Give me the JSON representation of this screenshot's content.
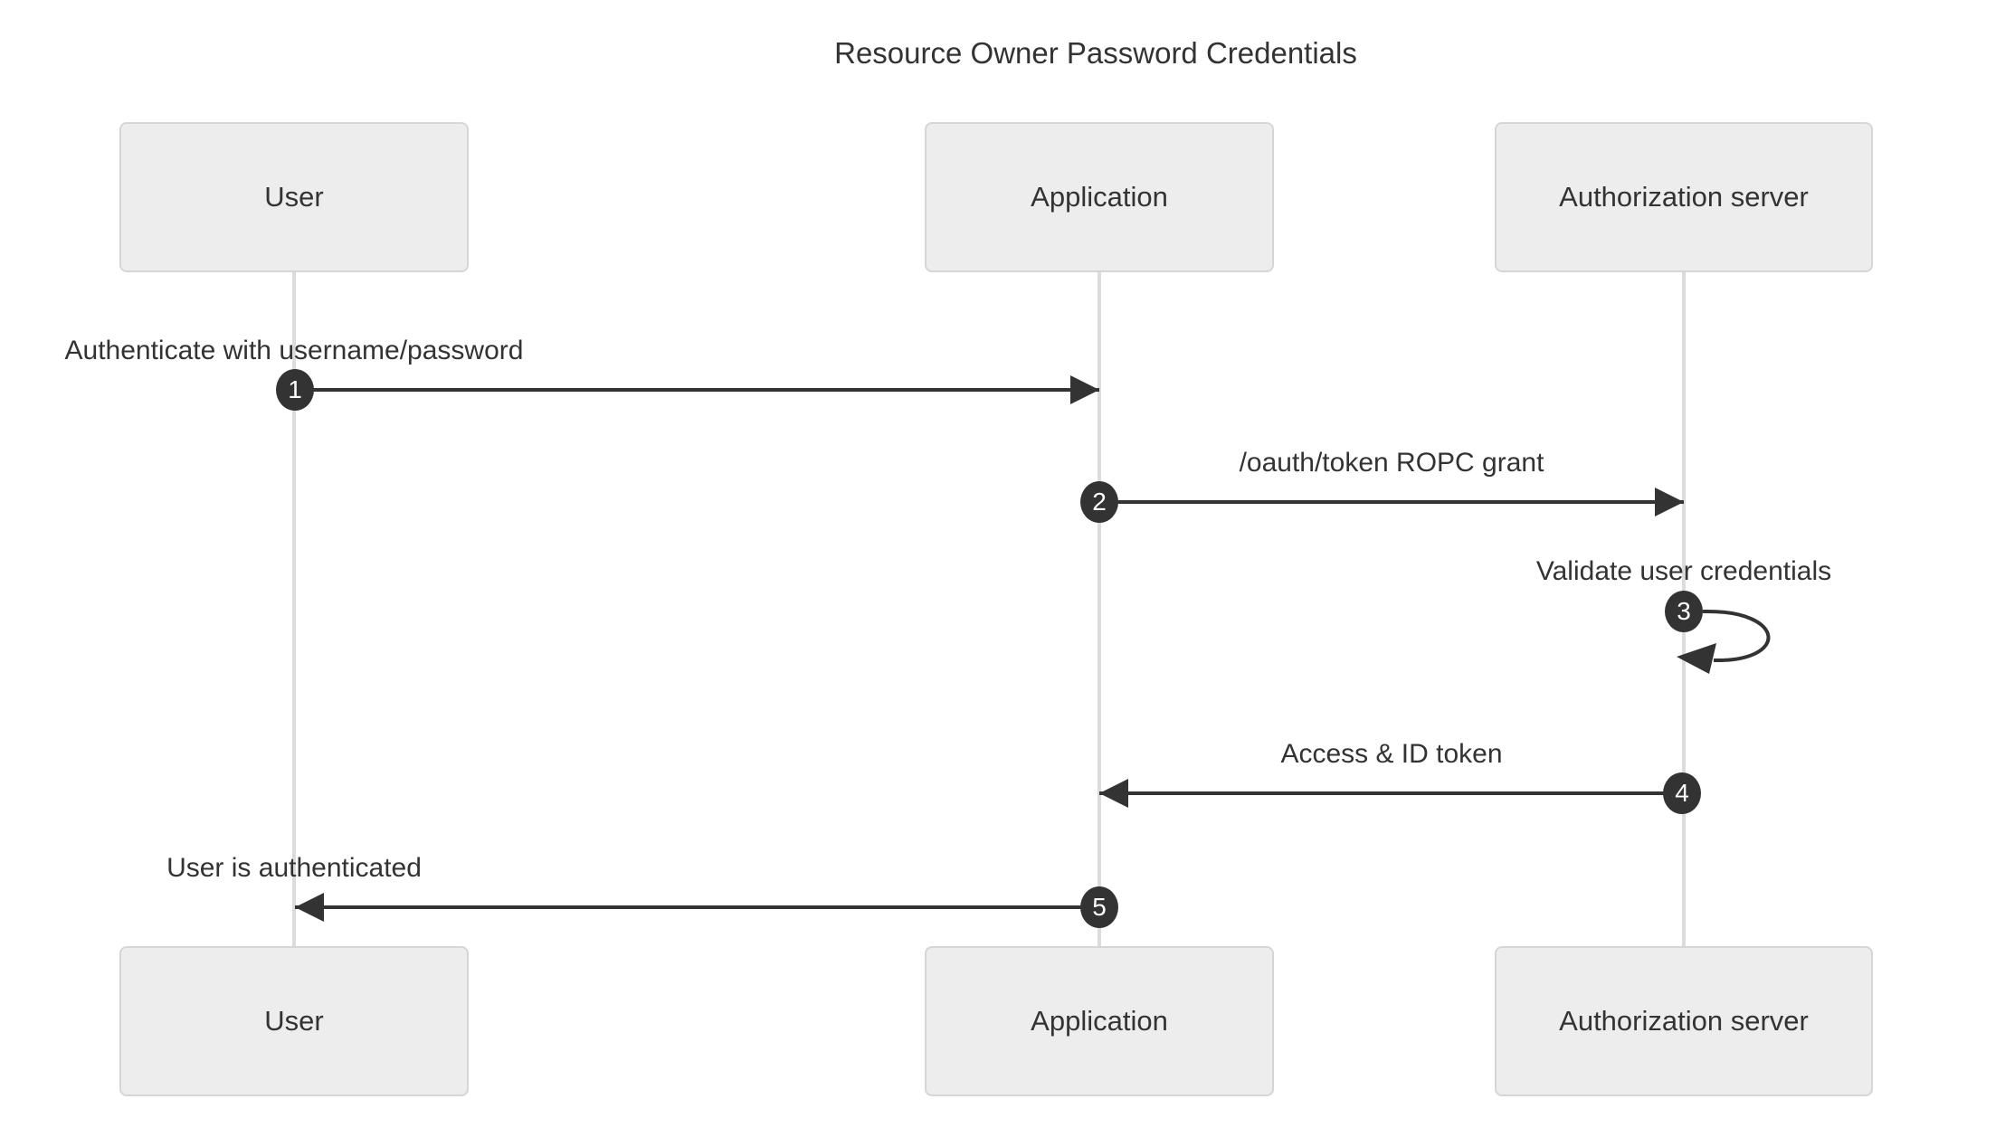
{
  "diagram": {
    "type": "sequence_diagram",
    "title": "Resource Owner Password Credentials",
    "actors": [
      {
        "id": "user",
        "label": "User"
      },
      {
        "id": "application",
        "label": "Application"
      },
      {
        "id": "auth_server",
        "label": "Authorization server"
      }
    ],
    "messages": [
      {
        "num": "1",
        "label": "Authenticate with username/password",
        "from": "user",
        "to": "application",
        "direction": "right",
        "style": "solid"
      },
      {
        "num": "2",
        "label": "/oauth/token ROPC grant",
        "from": "application",
        "to": "auth_server",
        "direction": "right",
        "style": "solid"
      },
      {
        "num": "3",
        "label": "Validate user credentials",
        "from": "auth_server",
        "to": "auth_server",
        "direction": "self",
        "style": "solid"
      },
      {
        "num": "4",
        "label": "Access & ID token",
        "from": "auth_server",
        "to": "application",
        "direction": "left",
        "style": "solid"
      },
      {
        "num": "5",
        "label": "User is authenticated",
        "from": "application",
        "to": "user",
        "direction": "left",
        "style": "solid"
      }
    ],
    "colors": {
      "background": "#ffffff",
      "actor_fill": "#ededed",
      "actor_border": "#d6d6d6",
      "lifeline": "#dcdcdc",
      "arrow": "#333333",
      "badge_fill": "#333333",
      "badge_text": "#ffffff",
      "text": "#333333"
    }
  }
}
